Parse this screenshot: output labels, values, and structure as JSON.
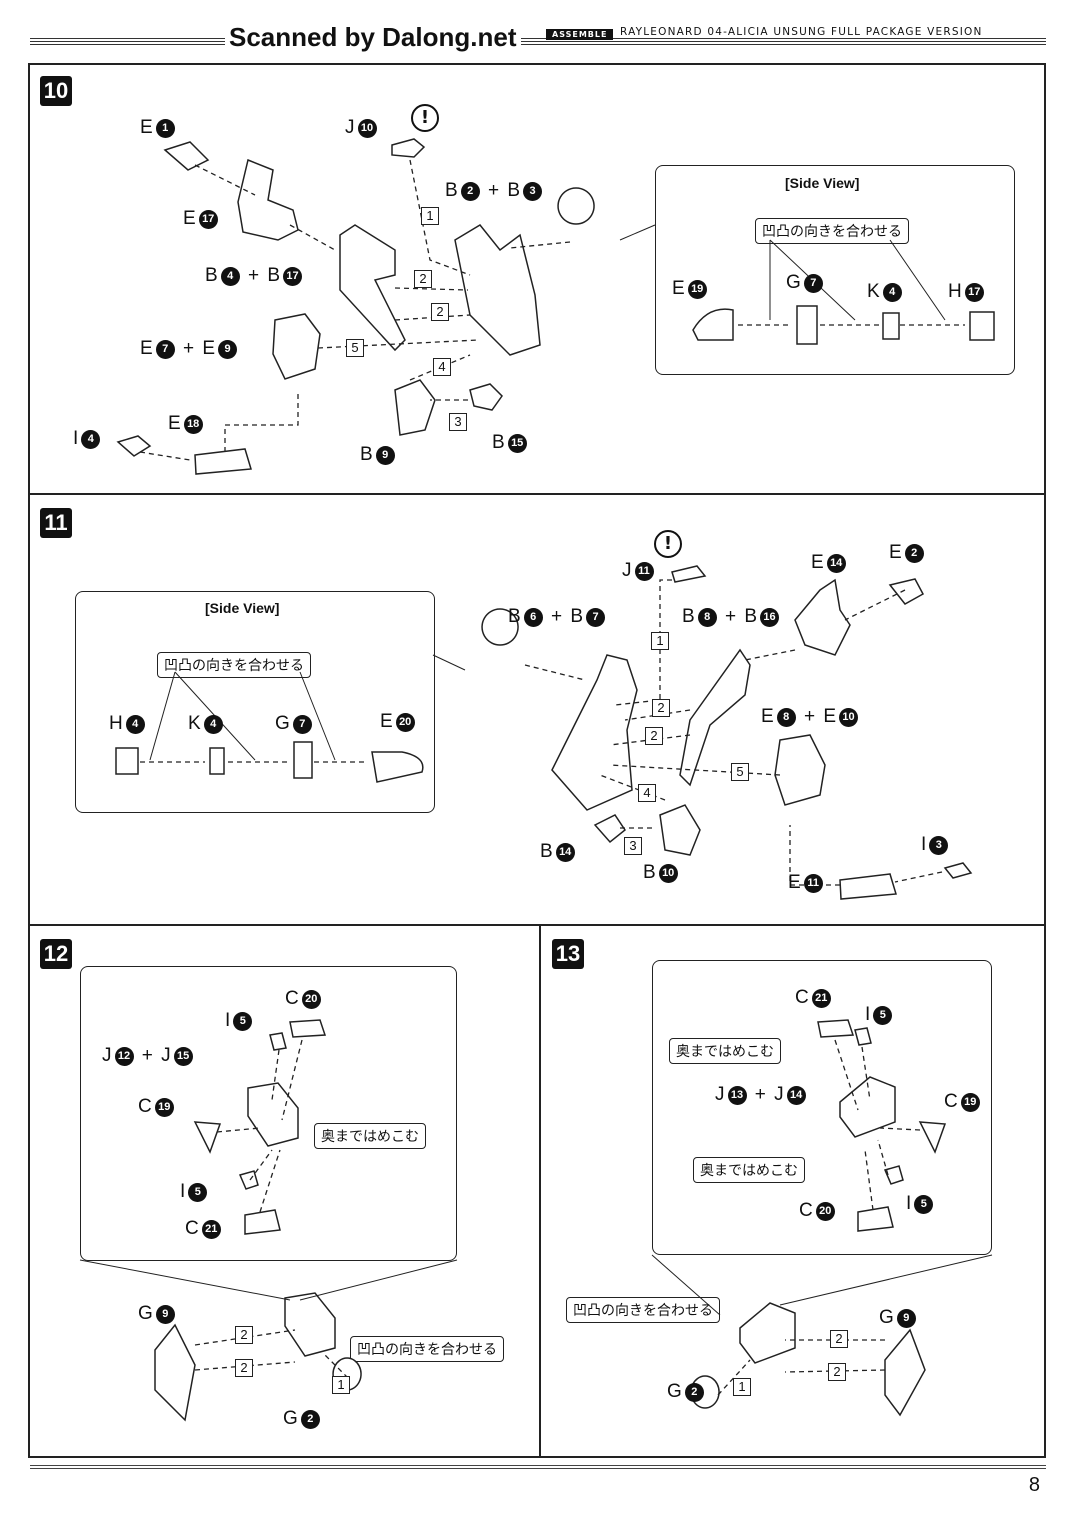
{
  "header": {
    "scan_credit": "Scanned by Dalong.net",
    "section_tag": "ASSEMBLE",
    "title": "RAYLEONARD 04-ALICIA UNSUNG FULL PACKAGE VERSION"
  },
  "common": {
    "side_view": "[Side View]",
    "align_notch": "凹凸の向きを合わせる",
    "push_in": "奥まではめこむ"
  },
  "steps": [
    {
      "number": "10"
    },
    {
      "number": "11"
    },
    {
      "number": "12"
    },
    {
      "number": "13"
    }
  ],
  "step10": {
    "labels": {
      "e1": {
        "part": "E",
        "num": "1"
      },
      "j10": {
        "part": "J",
        "num": "10"
      },
      "e17": {
        "part": "E",
        "num": "17"
      },
      "b2b3": {
        "a": "B",
        "an": "2",
        "b": "B",
        "bn": "3"
      },
      "b4b17": {
        "a": "B",
        "an": "4",
        "b": "B",
        "bn": "17"
      },
      "e7e9": {
        "a": "E",
        "an": "7",
        "b": "E",
        "bn": "9"
      },
      "i4": {
        "part": "I",
        "num": "4"
      },
      "e18": {
        "part": "E",
        "num": "18"
      },
      "b9": {
        "part": "B",
        "num": "9"
      },
      "b15": {
        "part": "B",
        "num": "15"
      },
      "sv_e19": {
        "part": "E",
        "num": "19"
      },
      "sv_g7": {
        "part": "G",
        "num": "7"
      },
      "sv_k4": {
        "part": "K",
        "num": "4"
      },
      "sv_h17": {
        "part": "H",
        "num": "17"
      }
    },
    "order": [
      "1",
      "2",
      "2",
      "5",
      "4",
      "3"
    ]
  },
  "step11": {
    "labels": {
      "j11": {
        "part": "J",
        "num": "11"
      },
      "e14": {
        "part": "E",
        "num": "14"
      },
      "e2": {
        "part": "E",
        "num": "2"
      },
      "b6b7": {
        "a": "B",
        "an": "6",
        "b": "B",
        "bn": "7"
      },
      "b8b16": {
        "a": "B",
        "an": "8",
        "b": "B",
        "bn": "16"
      },
      "e8e10": {
        "a": "E",
        "an": "8",
        "b": "E",
        "bn": "10"
      },
      "b14": {
        "part": "B",
        "num": "14"
      },
      "b10": {
        "part": "B",
        "num": "10"
      },
      "i3": {
        "part": "I",
        "num": "3"
      },
      "e11": {
        "part": "E",
        "num": "11"
      },
      "sv_h4": {
        "part": "H",
        "num": "4"
      },
      "sv_k4": {
        "part": "K",
        "num": "4"
      },
      "sv_g7": {
        "part": "G",
        "num": "7"
      },
      "sv_e20": {
        "part": "E",
        "num": "20"
      }
    },
    "order": [
      "1",
      "2",
      "2",
      "5",
      "4",
      "3"
    ]
  },
  "step12": {
    "labels": {
      "c20": {
        "part": "C",
        "num": "20"
      },
      "i5a": {
        "part": "I",
        "num": "5"
      },
      "j12j15": {
        "a": "J",
        "an": "12",
        "b": "J",
        "bn": "15"
      },
      "c19": {
        "part": "C",
        "num": "19"
      },
      "i5b": {
        "part": "I",
        "num": "5"
      },
      "c21": {
        "part": "C",
        "num": "21"
      },
      "g9": {
        "part": "G",
        "num": "9"
      },
      "g2": {
        "part": "G",
        "num": "2"
      }
    },
    "order": [
      "2",
      "2",
      "1"
    ]
  },
  "step13": {
    "labels": {
      "c21": {
        "part": "C",
        "num": "21"
      },
      "i5a": {
        "part": "I",
        "num": "5"
      },
      "j13j14": {
        "a": "J",
        "an": "13",
        "b": "J",
        "bn": "14"
      },
      "c19": {
        "part": "C",
        "num": "19"
      },
      "c20": {
        "part": "C",
        "num": "20"
      },
      "i5b": {
        "part": "I",
        "num": "5"
      },
      "g9": {
        "part": "G",
        "num": "9"
      },
      "g2": {
        "part": "G",
        "num": "2"
      }
    },
    "order": [
      "2",
      "2",
      "1"
    ]
  },
  "footer": {
    "page_number": "8"
  }
}
